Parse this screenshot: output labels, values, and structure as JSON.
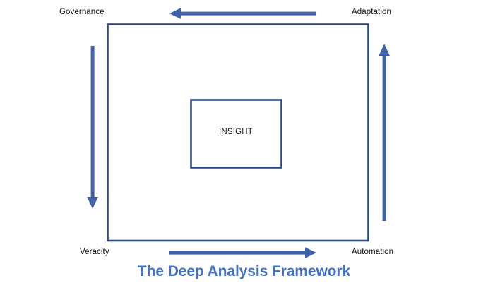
{
  "diagram": {
    "title": "The Deep Analysis Framework",
    "center_box": {
      "label": "INSIGHT"
    },
    "corner_labels": {
      "top_left": "Governance",
      "top_right": "Adaptation",
      "bottom_left": "Veracity",
      "bottom_right": "Automation"
    },
    "arrows": [
      {
        "name": "top-arrow",
        "direction": "left",
        "from": "Adaptation",
        "to": "Governance"
      },
      {
        "name": "left-arrow",
        "direction": "down",
        "from": "Governance",
        "to": "Veracity"
      },
      {
        "name": "bottom-arrow",
        "direction": "right",
        "from": "Veracity",
        "to": "Automation"
      },
      {
        "name": "right-arrow",
        "direction": "up",
        "from": "Automation",
        "to": "Adaptation"
      }
    ],
    "colors": {
      "arrow_blue": "#3F62AB",
      "outline_navy": "#2E4A84",
      "title_blue": "#4472C4",
      "text_black": "#0D0D0D",
      "background": "#FFFFFF"
    }
  }
}
